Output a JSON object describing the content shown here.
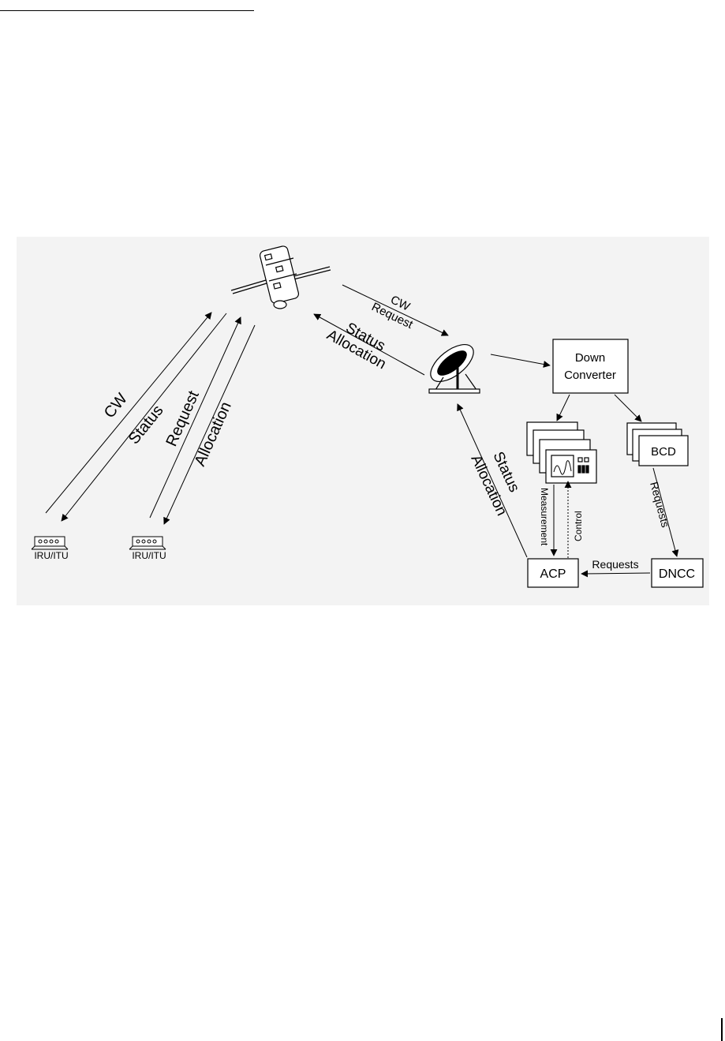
{
  "diagram": {
    "links": {
      "cw_request": [
        "CW",
        "Request"
      ],
      "status_allocation": [
        "Status",
        "Allocation"
      ],
      "terminal_1": [
        "CW",
        "Status"
      ],
      "terminal_2": [
        "Request",
        "Allocation"
      ],
      "hub_return": [
        "Status",
        "Allocation"
      ],
      "measurement": "Measurement",
      "control": "Control",
      "bcd_dncc": "Requests",
      "dncc_acp": "Requests"
    },
    "nodes": {
      "down_converter": [
        "Down",
        "Converter"
      ],
      "bcd": "BCD",
      "acp": "ACP",
      "dncc": "DNCC",
      "terminal_left": "IRU/ITU",
      "terminal_right": "IRU/ITU"
    },
    "icons": [
      "satellite-icon",
      "dish-antenna-icon",
      "spectrum-analyzer-icon",
      "terminal-icon"
    ]
  }
}
